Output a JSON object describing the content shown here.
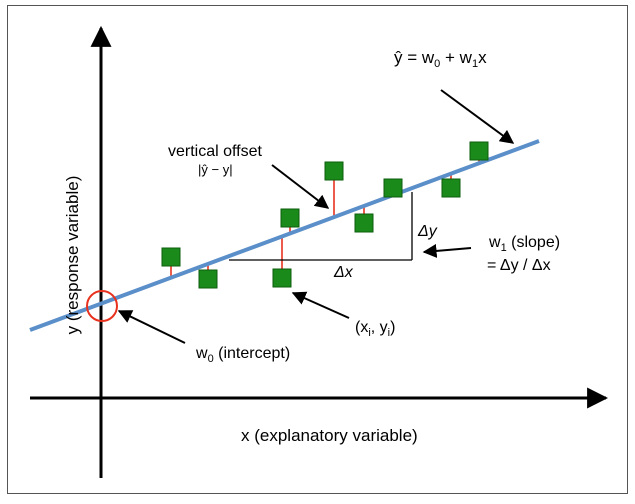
{
  "labels": {
    "equation": "ŷ = w0 + w1x",
    "equation_parts": {
      "prefix": "ŷ = w",
      "sub0": "0",
      "mid": " + w",
      "sub1": "1",
      "suffix": "x"
    },
    "vertical_offset": "vertical offset",
    "vertical_offset_formula": "|ŷ − y|",
    "delta_y": "Δy",
    "delta_x": "Δx",
    "slope_parts": {
      "w": "w",
      "sub": "1",
      "rest": " (slope)",
      "line2": "= Δy / Δx"
    },
    "point_parts": {
      "open": "(x",
      "sub_i": "i",
      "mid": ", y",
      "sub_i2": "i",
      "close": ")"
    },
    "intercept_parts": {
      "w": "w",
      "sub": "0",
      "rest": " (intercept)"
    },
    "x_axis": "x (explanatory variable)",
    "y_axis": "y (response variable)"
  },
  "colors": {
    "regression_line": "#5b8fc9",
    "point_fill": "#1a8a1a",
    "point_stroke": "#0e5e0e",
    "residual": "#e8321e",
    "intercept_circle": "#e8321e",
    "axis": "#000000"
  },
  "icons": {
    "intercept": "circle-marker",
    "arrows": "pointer-arrow"
  }
}
